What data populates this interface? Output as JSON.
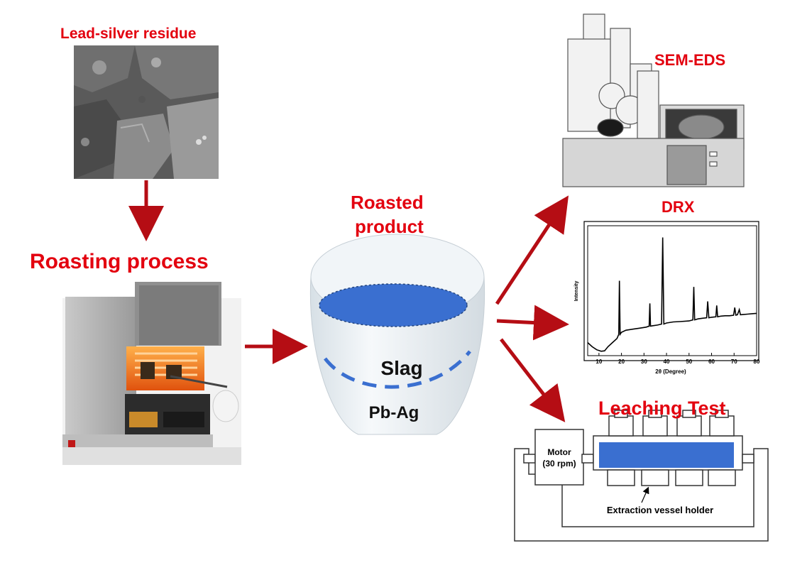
{
  "colors": {
    "label_red": "#e3000f",
    "arrow_red": "#b50d14",
    "liquid_blue": "#3a6fd0",
    "dashed_blue": "#3a6fd0",
    "crucible": "#e6ecf0",
    "oven_glow": "#ff7a1c"
  },
  "labels": {
    "residue": "Lead-silver residue",
    "roasting": "Roasting process",
    "roasted_line1": "Roasted",
    "roasted_line2": "product",
    "sem": "SEM-EDS",
    "drx": "DRX",
    "leaching": "Leaching Test"
  },
  "crucible": {
    "slag": "Slag",
    "pbag": "Pb-Ag"
  },
  "leaching_apparatus": {
    "motor_line1": "Motor",
    "motor_line2": "(30 rpm)",
    "holder_label": "Extraction vessel holder"
  },
  "chart_data": {
    "type": "line",
    "xlabel": "2θ (Degree)",
    "ylabel": "Intensity",
    "xlim": [
      5,
      80
    ],
    "x_ticks": [
      10,
      20,
      30,
      40,
      50,
      60,
      70,
      80
    ],
    "x": [
      5,
      7,
      9,
      11,
      12.5,
      14,
      16,
      18,
      18.8,
      19.1,
      19.4,
      20,
      22,
      25,
      28,
      31,
      32.3,
      32.6,
      32.9,
      34,
      36,
      37.8,
      38.3,
      38.8,
      40,
      43,
      46,
      50,
      51.7,
      52.1,
      52.5,
      54,
      56,
      57.8,
      58.3,
      58.8,
      60,
      61.9,
      62.3,
      62.7,
      64,
      66,
      68,
      69.8,
      70.3,
      70.8,
      71.5,
      72.3,
      72.8,
      74,
      76,
      78,
      80
    ],
    "y": [
      6,
      4,
      2.5,
      1.8,
      2,
      4,
      6,
      8,
      10,
      36,
      10,
      11,
      12,
      12.5,
      13,
      13.5,
      14,
      25,
      14,
      14.2,
      14.5,
      15,
      57,
      15,
      15.5,
      16,
      16.2,
      16.5,
      17,
      33,
      17,
      17.5,
      17.8,
      18,
      26,
      18,
      18.3,
      18.5,
      24,
      18.5,
      18.8,
      19,
      19,
      19.3,
      23,
      19.3,
      19.5,
      22,
      19.5,
      19.6,
      19.8,
      20,
      20.2
    ]
  }
}
